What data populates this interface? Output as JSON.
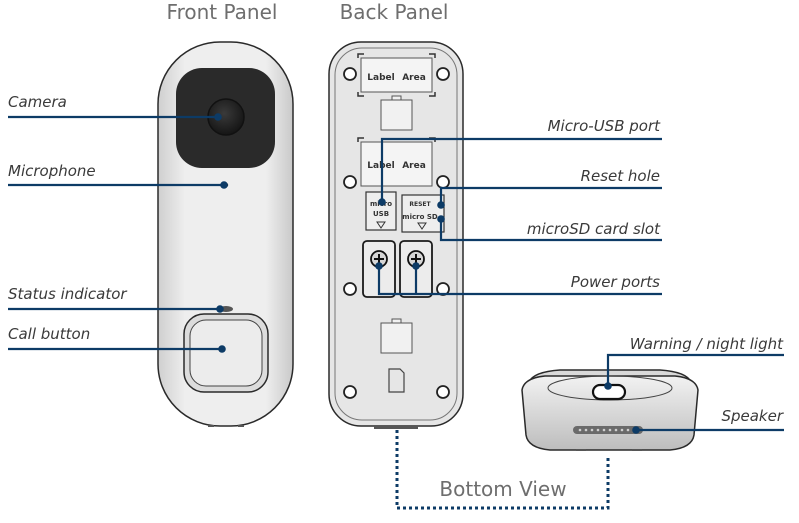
{
  "titles": {
    "front": "Front Panel",
    "back": "Back Panel",
    "bottom": "Bottom View"
  },
  "callouts": {
    "camera": "Camera",
    "microphone": "Microphone",
    "status_indicator": "Status indicator",
    "call_button": "Call button",
    "micro_usb_port": "Micro-USB port",
    "reset_hole": "Reset hole",
    "microsd_card_slot": "microSD card slot",
    "power_ports": "Power ports",
    "warning_night_light": "Warning / night light",
    "speaker": "Speaker"
  },
  "device_labels": {
    "label": "Label",
    "area": "Area",
    "micro": "micro",
    "usb": "USB",
    "reset": "RESET",
    "micro_sd": "micro SD"
  },
  "colors": {
    "callout_line": "#0d3b66",
    "device_body": "#e9e9e9",
    "device_outline": "#2a2a2a",
    "lens_panel": "#2b2b2b",
    "title_text": "#6e6e6e"
  },
  "icons": {
    "screw": "screw-hole-icon",
    "terminal": "screw-terminal-icon",
    "down_arrow": "triangle-down-icon"
  }
}
